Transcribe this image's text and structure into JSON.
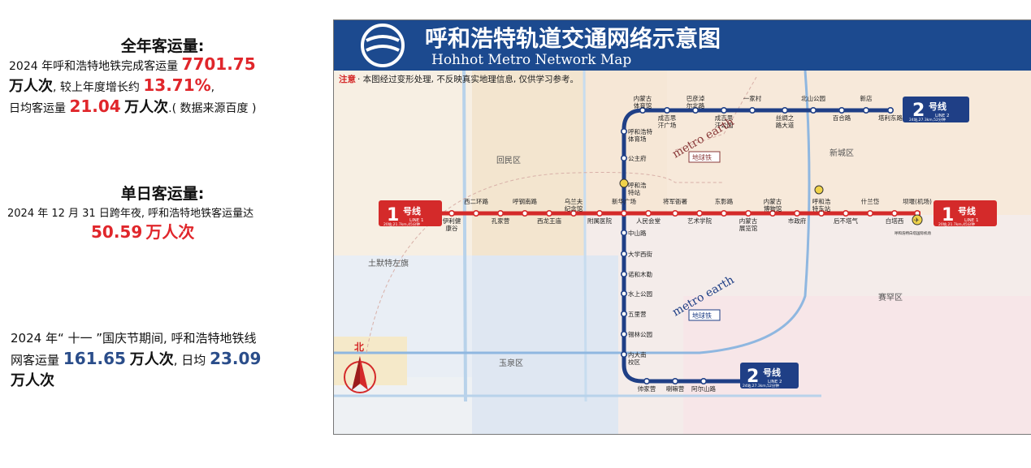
{
  "annual": {
    "heading": "全年客运量:",
    "l1_pre": "2024 年呼和浩特地铁完成客运量",
    "l1_num": "7701.75",
    "l2_unit": "万人次",
    "l2_mid": ", 较上年度增长约",
    "l2_pct": "13.71%",
    "l2_end": ",",
    "l3_pre": "日均客运量",
    "l3_num": "21.04",
    "l3_unit": "万人次",
    "l3_note": ".( 数据来源百度 )"
  },
  "daily": {
    "heading": "单日客运量:",
    "l1": "2024 年 12 月 31 日跨年夜, 呼和浩特地铁客运量达",
    "l2_num": "50.59",
    "l2_unit": "万人次"
  },
  "holiday": {
    "l1": "2024 年“ 十一 ”国庆节期间, 呼和浩特地铁线",
    "l2_pre": "网客运量",
    "l2_num": "161.65",
    "l2_unit": "万人次",
    "l2_mid": ", 日均",
    "l2_num2": "23.09",
    "l3_unit": "万人次"
  },
  "map": {
    "title_cn": "呼和浩特轨道交通网络示意图",
    "title_en": "Hohhot Metro Network Map",
    "notice_label": "注意",
    "notice_text": "· 本图经过变形处理, 不反映真实地理信息, 仅供学习参考。",
    "north_label": "北",
    "watermark_text": "metro earth",
    "watermark_badge": "地球铁",
    "line1": {
      "num": "1",
      "label": "号线",
      "en": "LINE 1",
      "info": "20站,21.7km,45分钟",
      "color": "#d42a2a"
    },
    "line2": {
      "num": "2",
      "label": "号线",
      "en": "LINE 2",
      "info": "24站,27.3km,52分钟",
      "color": "#1f3f86"
    },
    "districts": [
      "回民区",
      "新城区",
      "土默特左旗",
      "赛罕区",
      "玉泉区"
    ],
    "line1_stations": [
      "伊利健康谷",
      "西二环路",
      "孔家营",
      "呼钢南路",
      "西龙王庙",
      "乌兰夫纪念馆",
      "附属医院",
      "新华广场",
      "人民会堂",
      "将军衙署",
      "艺术学院",
      "东影路",
      "内蒙古展览馆",
      "内蒙古博物馆",
      "市政府",
      "呼和浩特东站",
      "后不塔气",
      "什兰岱",
      "白塔西",
      "坝堰(机场)"
    ],
    "airport_note": "呼和浩特白塔国际机场",
    "line2_stations_top": [
      "内蒙古体育馆",
      "成吉思汗广场",
      "巴彦淖尔北路",
      "成吉思汗公园",
      "一家村",
      "丝绸之路大道",
      "北山公园",
      "百合路",
      "新店",
      "塔利东路"
    ],
    "line2_stations_vertical": [
      "呼和浩特体育场",
      "公主府",
      "呼和浩特站",
      "中山路",
      "大学西街",
      "诺和木勒",
      "水上公园",
      "五里营",
      "锡林公园",
      "内大南校区"
    ],
    "line2_stations_bottom": [
      "帅家营",
      "喇嘛营",
      "阿尔山路"
    ]
  },
  "colors": {
    "line1": "#d42a2a",
    "line2": "#1f3f86",
    "header": "#1c4a8f",
    "accent_red": "#e0262b",
    "accent_blue": "#2a4d8a"
  }
}
